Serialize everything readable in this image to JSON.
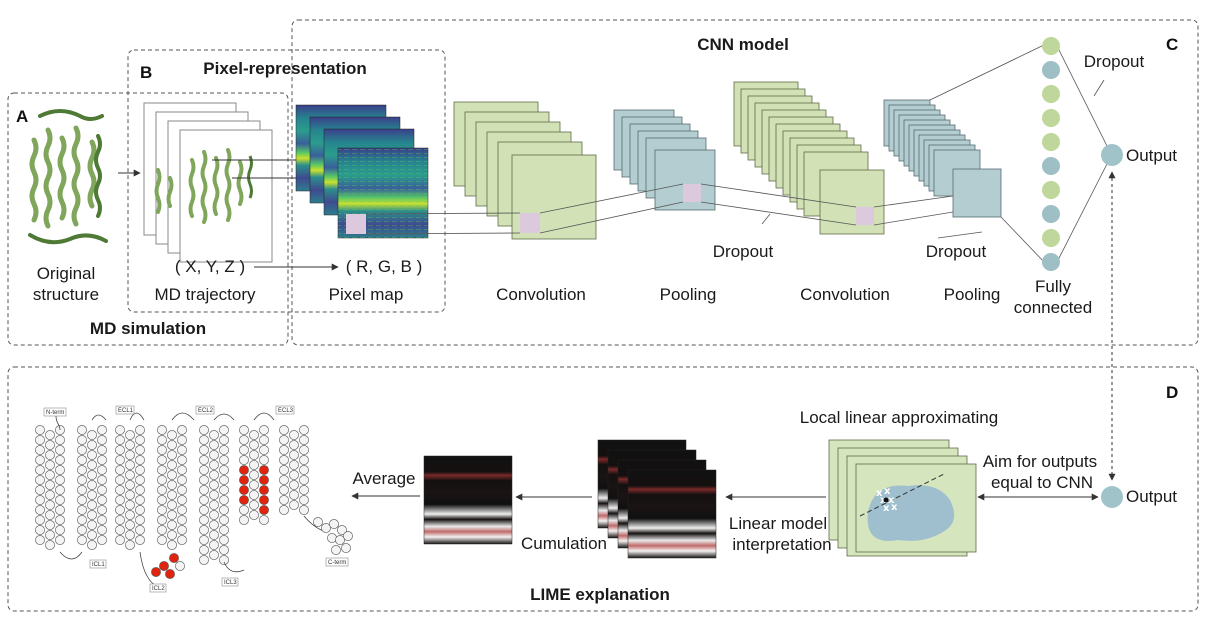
{
  "panels": {
    "a": {
      "letter": "A",
      "title": "MD simulation"
    },
    "b": {
      "letter": "B",
      "title": "Pixel-representation"
    },
    "c": {
      "letter": "C",
      "title": "CNN model"
    },
    "d": {
      "letter": "D",
      "title": "LIME explanation"
    }
  },
  "labels": {
    "original_line1": "Original",
    "original_line2": "structure",
    "md_trajectory": "MD trajectory",
    "xyz": "( X, Y, Z )",
    "rgb": "( R, G, B )",
    "pixel_map": "Pixel map",
    "convolution_1": "Convolution",
    "pooling_1": "Pooling",
    "convolution_2": "Convolution",
    "pooling_2": "Pooling",
    "dropout_1": "Dropout",
    "dropout_2": "Dropout",
    "dropout_top": "Dropout",
    "fully_line1": "Fully",
    "fully_line2": "connected",
    "output_top": "Output",
    "output_bottom": "Output",
    "local_linear": "Local linear approximating",
    "aim_line1": "Aim for outputs",
    "aim_line2": "equal to CNN",
    "linear_model_line1": "Linear model",
    "linear_model_line2": "interpretation",
    "cumulation": "Cumulation",
    "average": "Average"
  },
  "snake_plot_labels": {
    "n_term": "N-term",
    "ecl1": "ECL1",
    "ecl2": "ECL2",
    "ecl3": "ECL3",
    "icl1": "ICL1",
    "icl2": "ICL2",
    "icl3": "ICL3",
    "c_term": "C-term"
  },
  "colors": {
    "frame_dash": "#555555",
    "conv_fill": "#d3e2b6",
    "conv_stroke": "#5f6b49",
    "pool_fill": "#b4cdd1",
    "pool_stroke": "#566b70",
    "node_green": "#bfd79a",
    "node_blue": "#9fbfc6",
    "output_node": "#9fc3c9",
    "protein_green": "#7fa65a",
    "highlight_red": "#e0240e",
    "patch": "#dcc9de",
    "lime_fill": "#d5e5bd",
    "lime_blob": "#9fbfce"
  }
}
